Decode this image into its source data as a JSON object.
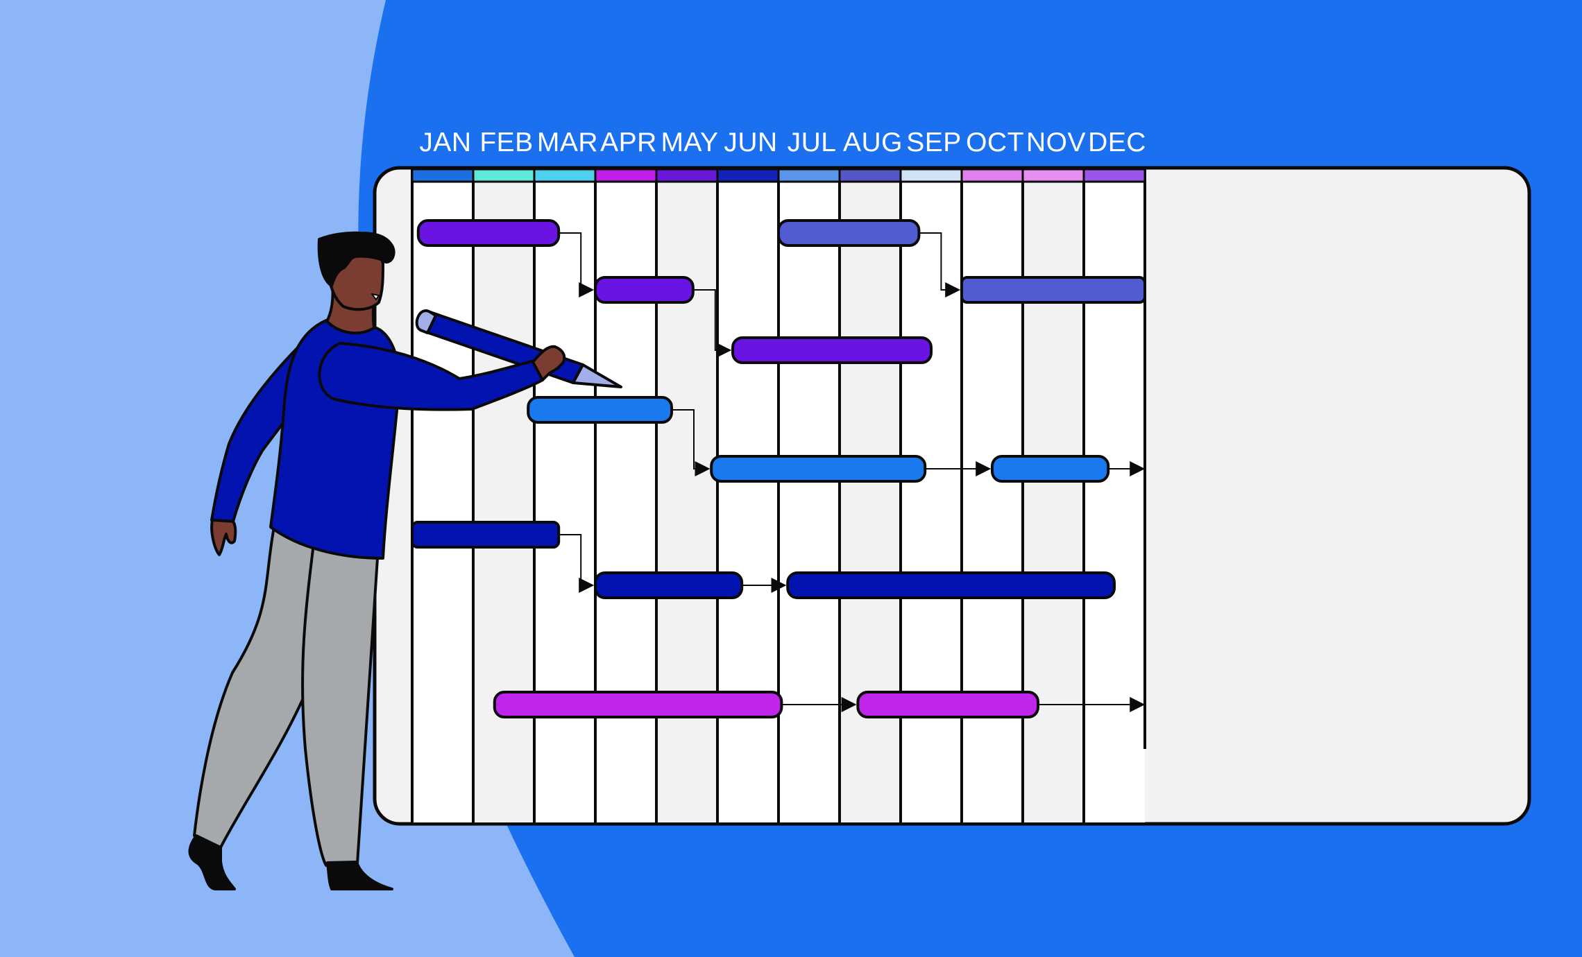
{
  "colors": {
    "background": "#1b70f0",
    "backdrop_curve": "#8cb6f8",
    "board": "#f2f2f2",
    "column_white": "#ffffff",
    "outline": "#0a0a0a",
    "violet": "#6a14e4",
    "slate_blue": "#505ccf",
    "sky_blue": "#1b79ef",
    "navy": "#0313b0",
    "magenta": "#c025ec",
    "label": "#ffffff"
  },
  "timeline": {
    "months": [
      "JAN",
      "FEB",
      "MAR",
      "APR",
      "MAY",
      "JUN",
      "JUL",
      "AUG",
      "SEP",
      "OCT",
      "NOV",
      "DEC"
    ],
    "month_colors": [
      "#1d6fe0",
      "#5ee8d8",
      "#4ed0ef",
      "#c11ee8",
      "#6a18d8",
      "#1422b8",
      "#5a95ea",
      "#5555c6",
      "#cfe3f5",
      "#e17ef0",
      "#e78ff0",
      "#9a55ea"
    ]
  },
  "tasks": [
    {
      "id": "t1",
      "row": 1,
      "start": 0.1,
      "end": 2.4,
      "color": "violet"
    },
    {
      "id": "t2",
      "row": 2,
      "start": 3.0,
      "end": 4.6,
      "color": "violet"
    },
    {
      "id": "t3",
      "row": 3,
      "start": 5.25,
      "end": 8.5,
      "color": "violet"
    },
    {
      "id": "t4",
      "row": 1,
      "start": 6.0,
      "end": 8.3,
      "color": "slate_blue"
    },
    {
      "id": "t5",
      "row": 2,
      "start": 9.0,
      "end": 12.0,
      "color": "slate_blue",
      "open_end": true
    },
    {
      "id": "t6",
      "row": 4,
      "start": 1.9,
      "end": 4.25,
      "color": "sky_blue"
    },
    {
      "id": "t7",
      "row": 5,
      "start": 4.9,
      "end": 8.4,
      "color": "sky_blue"
    },
    {
      "id": "t8",
      "row": 5,
      "start": 9.5,
      "end": 11.4,
      "color": "sky_blue"
    },
    {
      "id": "t9",
      "row": 6,
      "start": 0.0,
      "end": 2.4,
      "color": "navy",
      "open_start": true
    },
    {
      "id": "t10",
      "row": 7,
      "start": 3.0,
      "end": 5.4,
      "color": "navy"
    },
    {
      "id": "t11",
      "row": 7,
      "start": 6.15,
      "end": 11.5,
      "color": "navy"
    },
    {
      "id": "t12",
      "row": 8,
      "start": 1.35,
      "end": 6.05,
      "color": "magenta"
    },
    {
      "id": "t13",
      "row": 8,
      "start": 7.3,
      "end": 10.25,
      "color": "magenta"
    }
  ],
  "dependencies": [
    {
      "from": "t1",
      "to": "t2",
      "style": "elbow"
    },
    {
      "from": "t2",
      "to": "t3",
      "style": "elbow"
    },
    {
      "from": "t4",
      "to": "t5",
      "style": "elbow"
    },
    {
      "from": "t6",
      "to": "t7",
      "style": "elbow"
    },
    {
      "from": "t7",
      "to": "t8",
      "style": "straight"
    },
    {
      "from": "t8",
      "to": "edge",
      "style": "straight"
    },
    {
      "from": "t9",
      "to": "t10",
      "style": "elbow"
    },
    {
      "from": "t10",
      "to": "t11",
      "style": "straight"
    },
    {
      "from": "t12",
      "to": "t13",
      "style": "straight"
    },
    {
      "from": "t13",
      "to": "edge",
      "style": "straight"
    }
  ],
  "illustration": {
    "subject": "person-drawing-timeline",
    "prop": "pencil-icon",
    "colors": {
      "skin": "#7b3c32",
      "hair": "#0a0a0a",
      "sweater": "#0313b0",
      "trousers": "#a5a9ab",
      "pencil_body": "#0313b0",
      "pencil_tip": "#a3aee8",
      "shoe": "#0a0a0a"
    }
  }
}
